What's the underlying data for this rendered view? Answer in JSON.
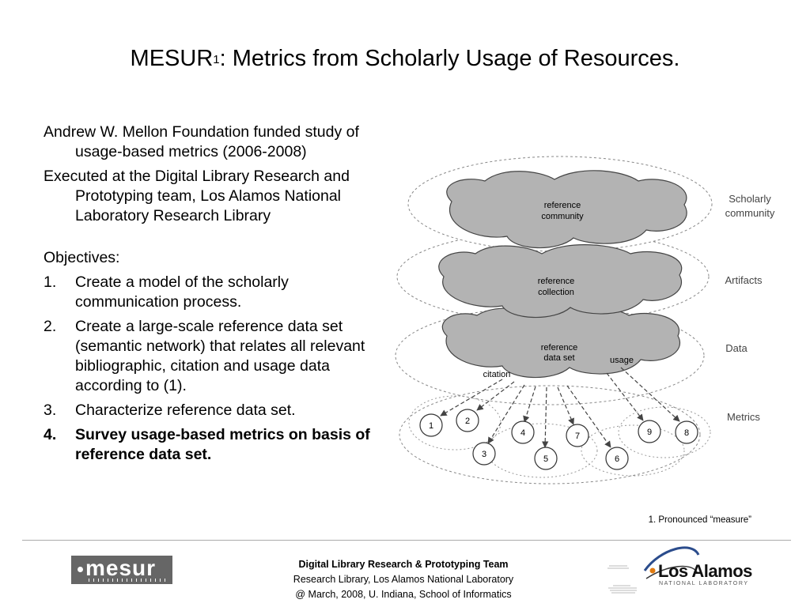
{
  "slide": {
    "title_main": "MESUR",
    "title_sup": "1",
    "title_rest": ": Metrics from Scholarly Usage of Resources."
  },
  "body": {
    "paragraphs": [
      "Andrew W. Mellon Foundation funded study of usage-based metrics (2006-2008)",
      "Executed at the Digital Library Research and Prototyping team, Los Alamos National Laboratory Research Library"
    ],
    "objectives_heading": "Objectives:",
    "objectives": [
      {
        "num": "1.",
        "text": "Create a model of the scholarly communication process."
      },
      {
        "num": "2.",
        "text": "Create a large-scale reference data set (semantic network) that relates all relevant bibliographic, citation and usage data according to (1)."
      },
      {
        "num": "3.",
        "text": "Characterize reference data set."
      },
      {
        "num": "4.",
        "text": "Survey usage-based metrics on basis of reference data set."
      }
    ]
  },
  "diagram": {
    "clouds": [
      {
        "line1": "reference",
        "line2": "community"
      },
      {
        "line1": "reference",
        "line2": "collection"
      },
      {
        "line1": "reference",
        "line2": "data set"
      }
    ],
    "inner_labels": {
      "usage": "usage",
      "citation": "citation"
    },
    "layers": [
      {
        "line1": "Scholarly",
        "line2": "community"
      },
      {
        "line1": "Artifacts",
        "line2": ""
      },
      {
        "line1": "Data",
        "line2": ""
      },
      {
        "line1": "Metrics",
        "line2": ""
      }
    ],
    "metric_nodes": [
      "1",
      "2",
      "3",
      "4",
      "5",
      "7",
      "6",
      "9",
      "8"
    ],
    "colors": {
      "cloud_fill": "#b3b3b3",
      "stroke": "#444444"
    }
  },
  "footnote": "1. Pronounced “measure”",
  "footer": {
    "mesur_logo_text": "mesur",
    "team": "Digital Library Research & Prototyping Team",
    "lab": "Research Library, Los Alamos National Laboratory",
    "date": "@ March, 2008, U. Indiana, School of Informatics",
    "lanl_logo_line1": "Los Alamos",
    "lanl_logo_line2": "NATIONAL LABORATORY"
  }
}
